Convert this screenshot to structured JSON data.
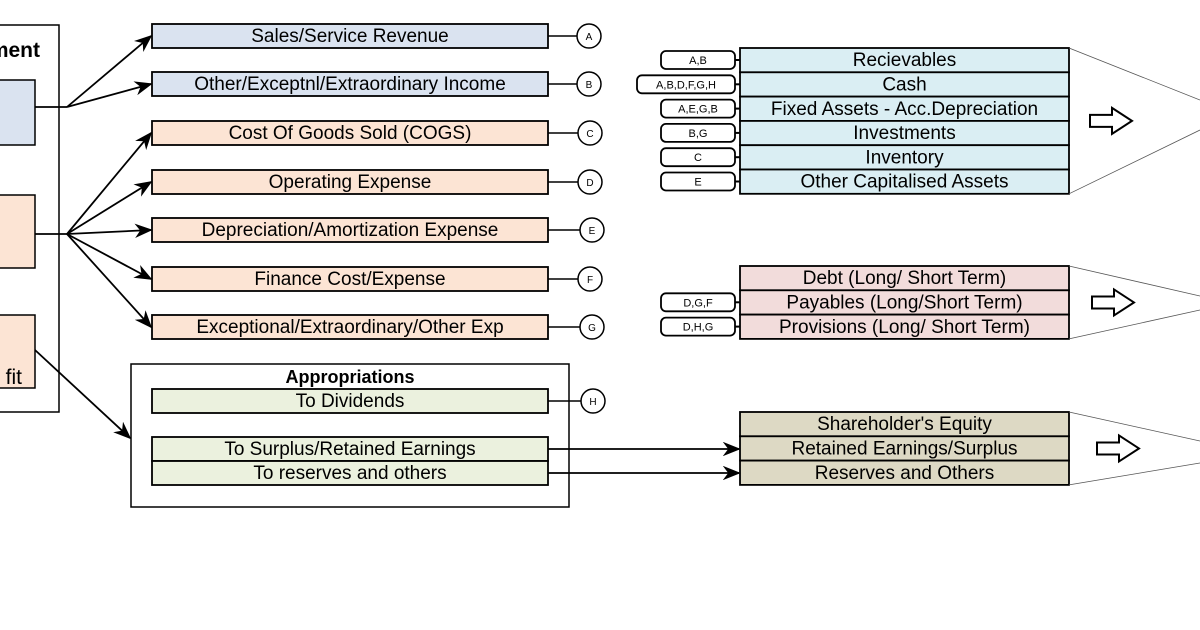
{
  "colors": {
    "revenue": "#dae3f0",
    "expense": "#fce4d4",
    "appropriation": "#ebf1de",
    "asset": "#daeef3",
    "liability": "#f2dcdb",
    "equity": "#ddd9c4"
  },
  "left": {
    "title": "ment",
    "profit_label": "fit"
  },
  "income_items": [
    {
      "label": "Sales/Service Revenue",
      "tag": "A",
      "kind": "revenue"
    },
    {
      "label": "Other/Exceptnl/Extraordinary Income",
      "tag": "B",
      "kind": "revenue"
    },
    {
      "label": "Cost Of Goods Sold (COGS)",
      "tag": "C",
      "kind": "expense"
    },
    {
      "label": "Operating Expense",
      "tag": "D",
      "kind": "expense"
    },
    {
      "label": "Depreciation/Amortization Expense",
      "tag": "E",
      "kind": "expense"
    },
    {
      "label": "Finance Cost/Expense",
      "tag": "F",
      "kind": "expense"
    },
    {
      "label": "Exceptional/Extraordinary/Other Exp",
      "tag": "G",
      "kind": "expense"
    }
  ],
  "appropriations": {
    "title": "Appropriations",
    "items": [
      {
        "label": "To Dividends",
        "tag": "H"
      },
      {
        "label": "To Surplus/Retained Earnings"
      },
      {
        "label": "To reserves and others"
      }
    ]
  },
  "assets": [
    {
      "label": "Recievables",
      "tags": "A,B"
    },
    {
      "label": "Cash",
      "tags": "A,B,D,F,G,H"
    },
    {
      "label": "Fixed Assets - Acc.Depreciation",
      "tags": "A,E,G,B"
    },
    {
      "label": "Investments",
      "tags": "B,G"
    },
    {
      "label": "Inventory",
      "tags": "C"
    },
    {
      "label": "Other Capitalised Assets",
      "tags": "E"
    }
  ],
  "liabilities": [
    {
      "label": "Debt (Long/ Short Term)",
      "tags": ""
    },
    {
      "label": "Payables (Long/Short Term)",
      "tags": "D,G,F"
    },
    {
      "label": "Provisions (Long/ Short Term)",
      "tags": "D,H,G"
    }
  ],
  "equity": [
    {
      "label": "Shareholder's Equity"
    },
    {
      "label": "Retained Earnings/Surplus"
    },
    {
      "label": "Reserves and Others"
    }
  ]
}
